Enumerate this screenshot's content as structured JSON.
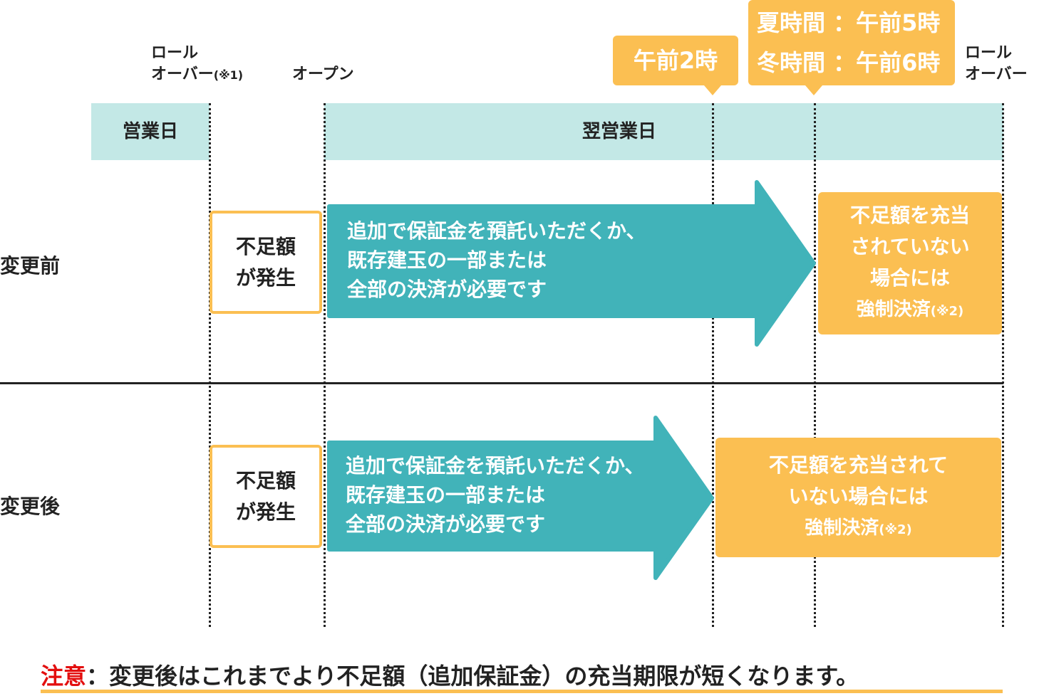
{
  "header": {
    "rollover_left": {
      "line1": "ロール",
      "line2": "オーバー",
      "note": "(※1)"
    },
    "open": "オープン",
    "rollover_right": {
      "line1": "ロール",
      "line2": "オーバー"
    }
  },
  "callouts": {
    "am2": "午前2時",
    "summer": "夏時間 ：午前5時",
    "winter": "冬時間 ：午前6時"
  },
  "band": {
    "business_day": "営業日",
    "next_business_day": "翌営業日"
  },
  "before": {
    "label": "変更前",
    "occurs": {
      "line1": "不足額",
      "line2": "が発生"
    },
    "arrow_text": {
      "line1": "追加で保証金を預託いただくか、",
      "line2": "既存建玉の一部または",
      "line3": "全部の決済が必要です"
    },
    "result": {
      "line1": "不足額を充当",
      "line2": "されていない",
      "line3": "場合には",
      "line4": "強制決済",
      "note": "(※2)"
    }
  },
  "after": {
    "label": "変更後",
    "occurs": {
      "line1": "不足額",
      "line2": "が発生"
    },
    "arrow_text": {
      "line1": "追加で保証金を預託いただくか、",
      "line2": "既存建玉の一部または",
      "line3": "全部の決済が必要です"
    },
    "result": {
      "line1": "不足額を充当されて",
      "line2": "いない場合には",
      "line3": "強制決済",
      "note": "(※2)"
    }
  },
  "note": {
    "prefix": "注意",
    "text": "：変更後はこれまでより不足額（追加保証金）の充当期限が短くなります。"
  },
  "colors": {
    "teal_arrow": "#41b3b9",
    "band": "#c3e8e6",
    "orange": "#fbbf52",
    "red": "#e30f0f"
  }
}
